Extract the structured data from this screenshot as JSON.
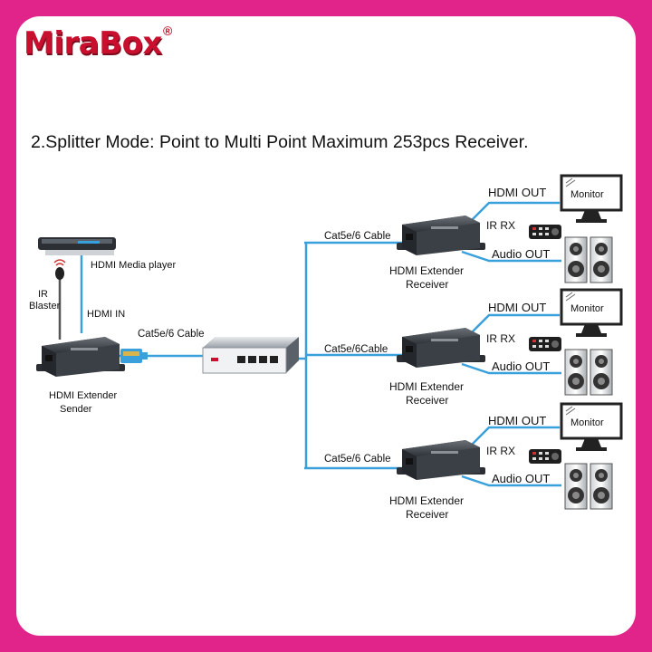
{
  "brand": {
    "logo_text": "MiraBox",
    "registered_mark": "®"
  },
  "headline": "2.Splitter Mode:  Point to Multi Point  Maximum 253pcs Receiver.",
  "sender": {
    "media_player_label": "HDMI Media player",
    "ir_blaster_label": [
      "IR",
      "Blaster"
    ],
    "hdmi_in_label": "HDMI IN",
    "cable_label": "Cat5e/6 Cable",
    "extender_label": [
      "HDMI Extender",
      "Sender"
    ]
  },
  "receivers": [
    {
      "cable_label": "Cat5e/6 Cable",
      "hdmi_out": "HDMI OUT",
      "monitor": "Monitor",
      "ir_rx": "IR RX",
      "audio_out": "Audio  OUT",
      "extender_label": [
        "HDMI Extender",
        "Receiver"
      ]
    },
    {
      "cable_label": "Cat5e/6Cable",
      "hdmi_out": "HDMI OUT",
      "monitor": "Monitor",
      "ir_rx": "IR RX",
      "audio_out": "Audio  OUT",
      "extender_label": [
        "HDMI Extender",
        "Receiver"
      ]
    },
    {
      "cable_label": "Cat5e/6 Cable",
      "hdmi_out": "HDMI OUT",
      "monitor": "Monitor",
      "ir_rx": "IR RX",
      "audio_out": "Audio  OUT",
      "extender_label": [
        "HDMI Extender",
        "Receiver"
      ]
    }
  ],
  "colors": {
    "frame": "#e0248a",
    "cable": "#3aa0db",
    "brand_red": "#c8102e"
  }
}
